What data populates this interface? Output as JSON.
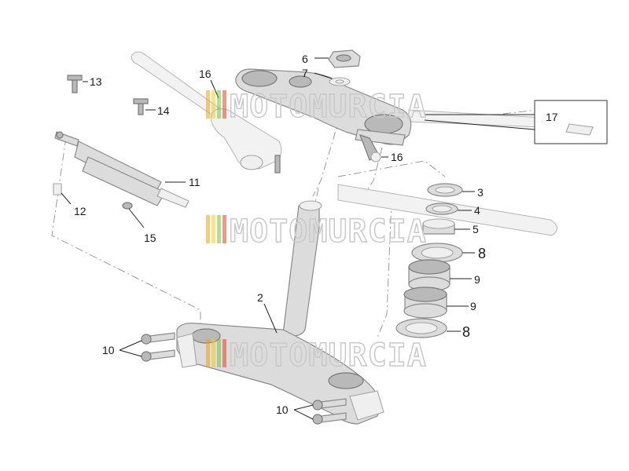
{
  "diagram": {
    "callouts": [
      "2",
      "3",
      "4",
      "5",
      "6",
      "7",
      "8",
      "8",
      "9",
      "9",
      "10",
      "10",
      "11",
      "12",
      "13",
      "14",
      "15",
      "16",
      "16",
      "17"
    ]
  },
  "watermark": {
    "text": "MOTOMURCIA",
    "stripe_colors": [
      "#e8a020",
      "#f0d020",
      "#7cc040",
      "#e84020"
    ]
  },
  "colors": {
    "part_fill": "#dcdcdc",
    "part_stroke": "#8a8a8a",
    "leader": "#222222",
    "watermark": "#c9c9c9"
  }
}
